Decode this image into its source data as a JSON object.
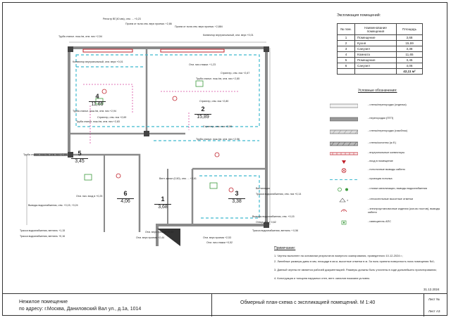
{
  "explication": {
    "title": "Экспликация помещений:",
    "headers": [
      "№ пом.",
      "Наименование помещения",
      "Площадь"
    ],
    "rows": [
      [
        "1",
        "Помещение",
        "3,68"
      ],
      [
        "2",
        "Кухня",
        "15,69"
      ],
      [
        "3",
        "Санузел",
        "3,38"
      ],
      [
        "4",
        "Комната",
        "11,65"
      ],
      [
        "5",
        "Помещение",
        "3,45"
      ],
      [
        "6",
        "Санузел",
        "4,06"
      ]
    ],
    "total": "42,11 м²"
  },
  "legend": {
    "title": "Условные обозначения:",
    "items": [
      "- стены/перегородки (отделка)",
      "- перегородки (ПГП)",
      "- стены/перегородки (газоблок)",
      "- стены/колонны (ж.б.)",
      "- внутрипольные конвекторы",
      "- вход в помещение",
      "- потолочные выводы кабеля",
      "- проекция потолка",
      "- стояки канализации, выводы водоснабжения",
      "- относительные высотные отметки",
      "- электроустановочные изделия (кол-во постов), выводы кабеля",
      "- извещатель АПС"
    ]
  },
  "rooms": [
    {
      "num": "4",
      "area": "11,65"
    },
    {
      "num": "2",
      "area": "15,89"
    },
    {
      "num": "5",
      "area": "3,45"
    },
    {
      "num": "6",
      "area": "4,06"
    },
    {
      "num": "1",
      "area": "3,68"
    },
    {
      "num": "3",
      "area": "3,38"
    }
  ],
  "plan_labels": [
    "Регистр ВГ(40 мм), отм. ... +0,23",
    "Проем от пола отм. верх проема: +2,86",
    "Проем от пола отм. верх проема: +2,884",
    "Конвектор внутрипольный, отм. верх +0,01",
    "Труба стальн. пож./хв, отм. низ +2,54",
    "Конвектор внутрипольный, отм. верх +0,01",
    "Стрингер, отм. низ +2,67",
    "Отм. низ стяжки: +1,23",
    "Труба стальн. пож./хв, отм. низ +2,80",
    "Стрингер, отм. низ +2,69",
    "Труба стальн. пож./хв, отм. низ +2,94",
    "Стрингер, отм. низ +2,80",
    "Труба стальн. пож./хв, отм. низ +2,83",
    "Стрингер, отм. низ +2,86",
    "Труба стальн. пож./хв, отм. низ +2,56",
    "Труба стальн. пож./хв, отм. низ +2,89",
    "Вент. канал (0,50), отм. ... +2,61",
    "Вентиляция",
    "Трасса водоснабжения, отм. низ +0,14",
    "Отм. нач. вход в +0,25",
    "Выводы водоснабжения, отм. +0,15, +0,24",
    "Трасса водоснабжения, вентиль +1,15",
    "Трасса водоснабжения, вентиль +0,16",
    "Отм. верх проема +2,43",
    "Отм. верх проема +2,44",
    "Отм. верх проема +2,53",
    "Отм. низ стяжки +0,52",
    "Выводы водоснабжения, отм. +0,15",
    "Отвод (40) + 0,62",
    "Трасса водоснабжения, вентиль + 0,56"
  ],
  "notes": {
    "title": "Примечание:",
    "items": [
      "1. Чертеж выполнен на основании результатов лазерного сканирования, проведенного 10-12-2024 г.;",
      "2. Линейные размеры даны в мм, площади в кв.м, высотные отметки в м. За ноль принята поверхность пола помещения №1;",
      "3. Данный чертеж не является рабочей документацией. Размеры должны быть уточнены в ходе дальнейшего проектирования;",
      "4. Конструкция и толщина наружных стен, вент. каналов показана условно."
    ]
  },
  "title_block": {
    "line1": "Нежилое помещение",
    "line2": "по адресу: г.Москва, Даниловский Вал ул., д.1а, 1014",
    "drawing_title": "Обмерный план-схема с экспликацией помещений. М 1:40",
    "date": "31.12.2024",
    "sheet": "Лист №",
    "sheet_format": "Лист А3"
  },
  "colors": {
    "wall": "#8a8a8a",
    "red": "#c0202a",
    "cyan": "#3fb9cf",
    "green": "#3c9a3c",
    "pink": "#d84aa0"
  }
}
